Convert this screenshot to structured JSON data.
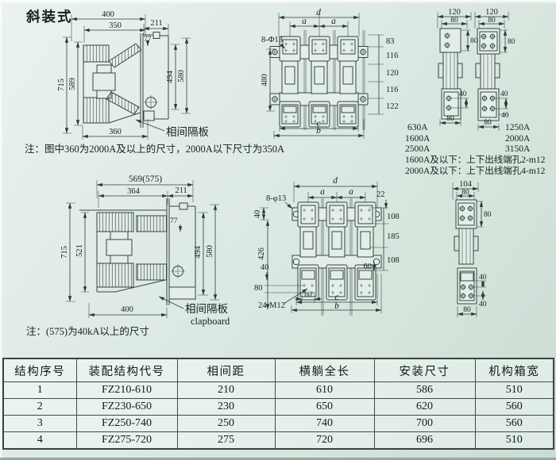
{
  "page": {
    "title": "斜装式",
    "note_top": "注：图中360为2000A及以上的尺寸，2000A以下尺寸为350A",
    "note_bottom": "注：(575)为40kA以上的尺寸"
  },
  "side_top": {
    "d400": "400",
    "d350": "350",
    "d211": "211",
    "d77": "77",
    "d715": "715",
    "d589": "589",
    "d494": "494",
    "d580": "580",
    "d360": "360",
    "partition": "相间隔板"
  },
  "front_top": {
    "dd": "d",
    "da1": "a",
    "da2": "a",
    "holes": "8-Φ13",
    "d480": "480",
    "d83": "83",
    "d116a": "116",
    "d120": "120",
    "d116b": "116",
    "d122": "122",
    "dc": "c",
    "db": "b"
  },
  "pole_a": {
    "d120": "120",
    "d80t": "80",
    "d80r": "80",
    "d40": "40",
    "d80b": "80"
  },
  "pole_b": {
    "d120": "120",
    "d80t": "80",
    "d80r": "80",
    "d40a": "40",
    "d40b": "40",
    "d80b": "80"
  },
  "ratings": {
    "rows": [
      [
        "630A",
        "1250A"
      ],
      [
        "1600A",
        "2000A"
      ],
      [
        "2500A",
        "3150A"
      ]
    ],
    "note1": "1600A及以下：上下出线端孔2-m12",
    "note2": "2000A及以下：上下出线端孔4-m12"
  },
  "side_bottom": {
    "dtop": "569(575)",
    "d364": "364",
    "d211": "211",
    "d77": "77",
    "d715": "715",
    "d521": "521",
    "d494": "494",
    "d580": "580",
    "d400": "400",
    "partition": "相间隔板",
    "partition_en": "clapboard"
  },
  "front_bottom": {
    "dd": "d",
    "da1": "a",
    "da2": "a",
    "d22": "22",
    "holes": "8-φ13",
    "d40t": "40",
    "d426": "426",
    "d108a": "108",
    "d185": "185",
    "d108b": "108",
    "d60": "60",
    "d40m": "40",
    "d80l": "80",
    "d80c": "80",
    "bolts": "24-M12",
    "dc": "c",
    "db": "b"
  },
  "pole_c": {
    "d104": "104",
    "d80t": "80",
    "d80r": "80",
    "d40a": "40",
    "d40b": "40",
    "d80b": "80"
  },
  "table": {
    "headers": [
      "结构序号",
      "装配结构代号",
      "相间距",
      "横躺全长",
      "安装尺寸",
      "机构箱宽"
    ],
    "rows": [
      [
        "1",
        "FZ210-610",
        "210",
        "610",
        "586",
        "510"
      ],
      [
        "2",
        "FZ230-650",
        "230",
        "650",
        "620",
        "560"
      ],
      [
        "3",
        "FZ250-740",
        "250",
        "740",
        "700",
        "560"
      ],
      [
        "4",
        "FZ275-720",
        "275",
        "720",
        "696",
        "510"
      ]
    ]
  }
}
